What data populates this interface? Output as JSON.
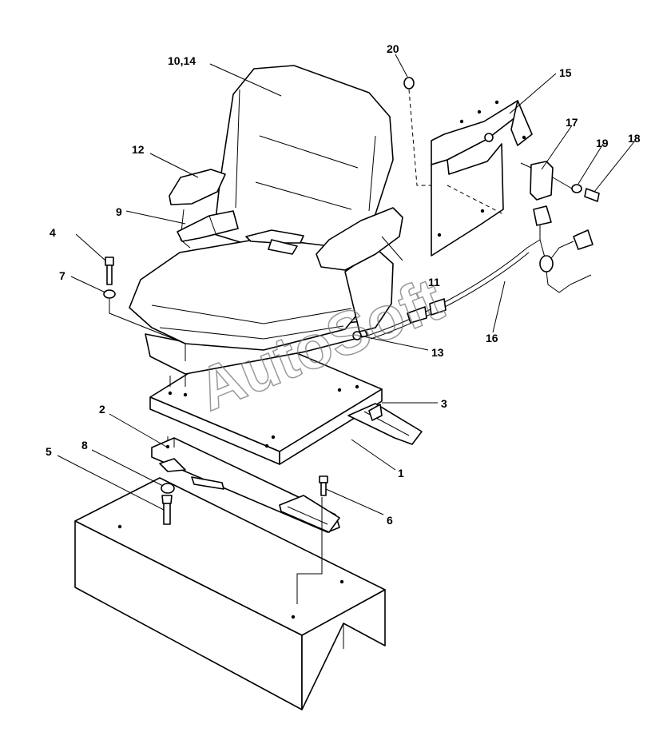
{
  "watermark": "AutoSoft",
  "callouts": {
    "c1": "1",
    "c2": "2",
    "c3": "3",
    "c4": "4",
    "c5": "5",
    "c6": "6",
    "c7": "7",
    "c8": "8",
    "c9": "9",
    "c10_14": "10,14",
    "c11": "11",
    "c12": "12",
    "c13": "13",
    "c15": "15",
    "c16": "16",
    "c17": "17",
    "c18": "18",
    "c19": "19",
    "c20": "20"
  }
}
